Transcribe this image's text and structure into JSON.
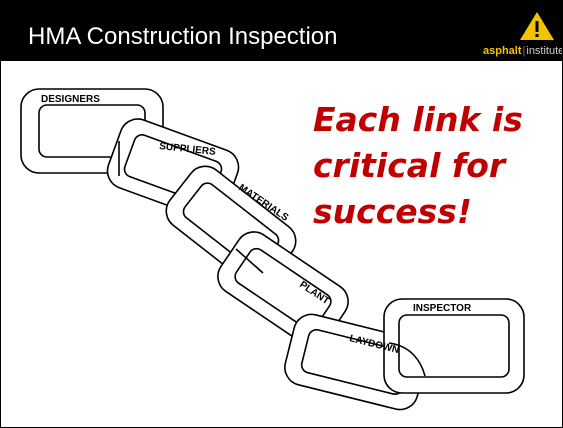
{
  "header": {
    "title": "HMA Construction Inspection",
    "background": "#000000"
  },
  "logo": {
    "icon": "warning-triangle-icon",
    "brand": "asphalt",
    "separator": "|",
    "suffix": "institute",
    "brand_color": "#f2c400"
  },
  "headline": {
    "lines": [
      "Each link is",
      "critical for",
      "success!"
    ],
    "color": "#c00000"
  },
  "chain": {
    "links": [
      "DESIGNERS",
      "SUPPLIERS",
      "MATERIALS",
      "PLANT",
      "LAYDOWN",
      "INSPECTOR"
    ]
  }
}
